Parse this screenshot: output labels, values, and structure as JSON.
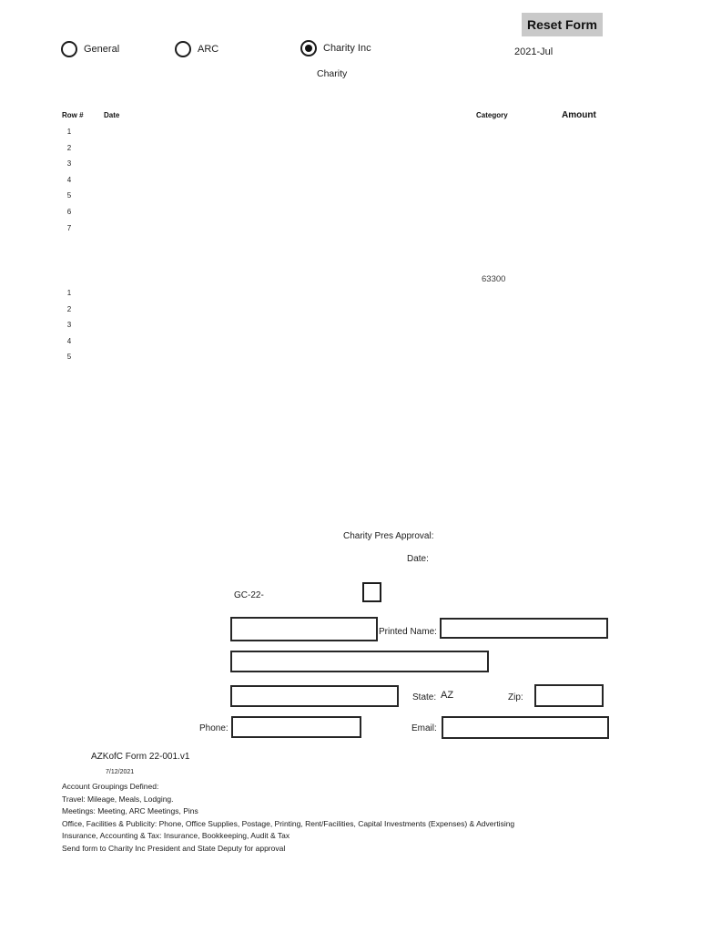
{
  "header": {
    "reset_button": "Reset Form",
    "period": "2021-Jul",
    "radio_options": [
      {
        "label": "General",
        "checked": false
      },
      {
        "label": "ARC",
        "checked": false
      },
      {
        "label": "Charity Inc",
        "checked": true
      }
    ],
    "program_sublabel": "Charity"
  },
  "expense_table": {
    "col_row": "Row #",
    "col_date": "Date",
    "col_category": "Category",
    "col_amount": "Amount",
    "top_rows": [
      "1",
      "2",
      "3",
      "4",
      "5",
      "6",
      "7"
    ],
    "category_code": "63300",
    "bottom_rows": [
      "1",
      "2",
      "3",
      "4",
      "5"
    ]
  },
  "approval": {
    "pres_approval_label": "Charity Pres Approval:",
    "date_label": "Date:",
    "gc_prefix": "GC-22-"
  },
  "contact": {
    "printed_name_label": "Printed Name:",
    "state_label": "State:",
    "state_value": "AZ",
    "zip_label": "Zip:",
    "phone_label": "Phone:",
    "email_label": "Email:"
  },
  "footer": {
    "form_id": "AZKofC Form 22-001.v1",
    "revision_date": "7/12/2021",
    "notes": [
      "Account Groupings Defined:",
      "Travel: Mileage, Meals, Lodging.",
      "Meetings: Meeting, ARC Meetings, Pins",
      "Office, Facilities & Publicity: Phone, Office Supplies, Postage, Printing, Rent/Facilities, Capital Investments (Expenses) & Advertising",
      "Insurance, Accounting & Tax: Insurance, Bookkeeping, Audit & Tax",
      "Send form to Charity Inc President and State Deputy for approval"
    ]
  },
  "colors": {
    "reset_button_bg": "#c9c9c9",
    "border": "#262626",
    "text": "#1c1c1c"
  }
}
